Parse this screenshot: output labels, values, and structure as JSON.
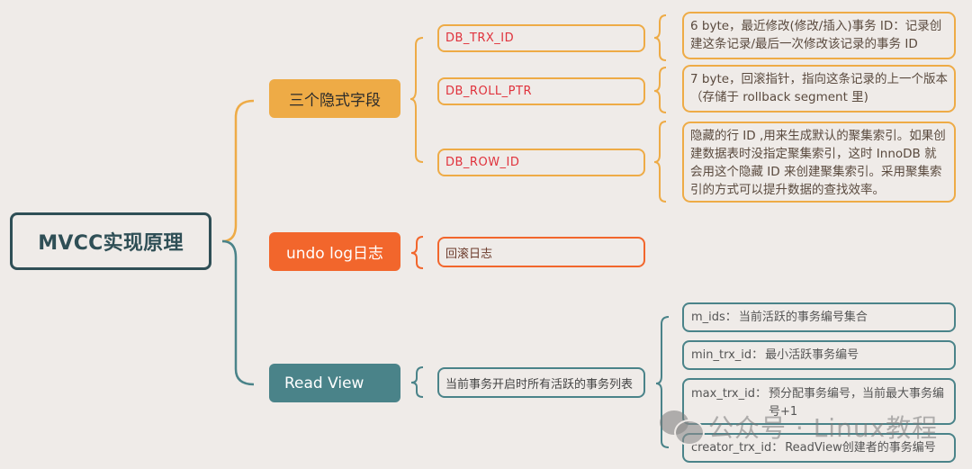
{
  "root": {
    "label": "MVCC实现原理"
  },
  "branches": {
    "hidden_fields": {
      "label": "三个隐式字段",
      "color": "#eeab46",
      "fields": [
        {
          "name": "DB_TRX_ID",
          "desc": "6 byte，最近修改(修改/插入)事务 ID：记录创建这条记录/最后一次修改该记录的事务 ID"
        },
        {
          "name": "DB_ROLL_PTR",
          "desc": "7 byte，回滚指针，指向这条记录的上一个版本（存储于 rollback segment 里)"
        },
        {
          "name": "DB_ROW_ID",
          "desc": "隐藏的行 ID ,用来生成默认的聚集索引。如果创建数据表时没指定聚集索引，这时 InnoDB 就会用这个隐藏 ID 来创建聚集索引。采用聚集索引的方式可以提升数据的查找效率。"
        }
      ]
    },
    "undo_log": {
      "label": "undo log日志",
      "color": "#f2662c",
      "desc": "回滚日志"
    },
    "read_view": {
      "label": "Read View",
      "color": "#4a8389",
      "desc": "当前事务开启时所有活跃的事务列表",
      "items": [
        {
          "key": "m_ids：",
          "value": "当前活跃的事务编号集合"
        },
        {
          "key": "min_trx_id：",
          "value": "最小活跃事务编号"
        },
        {
          "key": "max_trx_id：",
          "value": "预分配事务编号，当前最大事务编号+1"
        },
        {
          "key": "creator_trx_id：",
          "value": "ReadView创建者的事务编号"
        }
      ]
    }
  },
  "watermark": {
    "text": "公众号 · Linux教程",
    "icon": "wechat-icon"
  }
}
